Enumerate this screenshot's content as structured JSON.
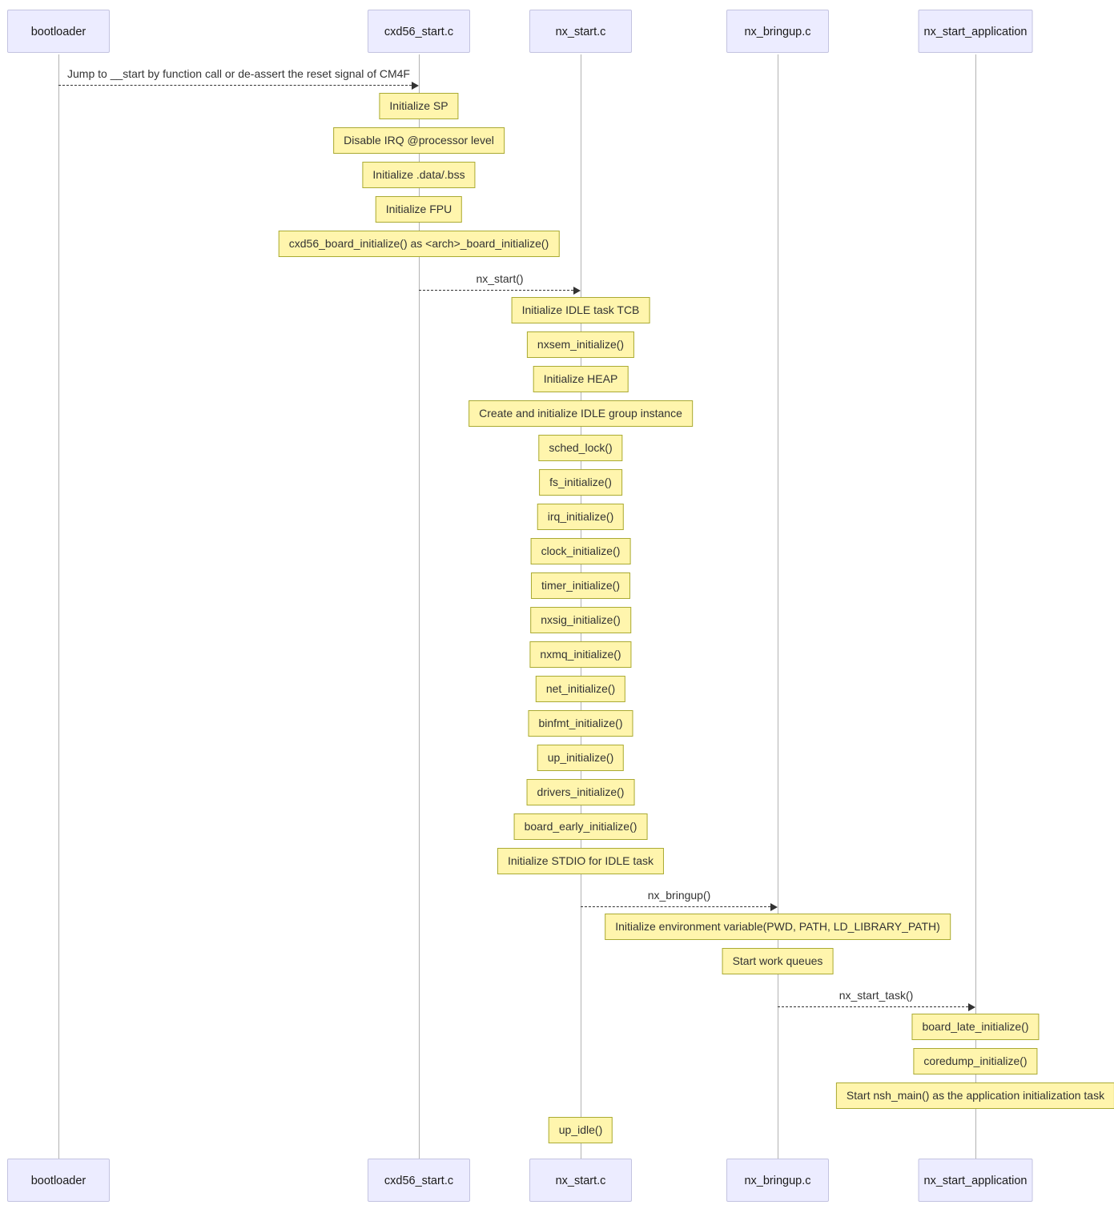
{
  "diagram": {
    "type": "sequence",
    "participants": [
      {
        "name": "bootloader"
      },
      {
        "name": "cxd56_start.c"
      },
      {
        "name": "nx_start.c"
      },
      {
        "name": "nx_bringup.c"
      },
      {
        "name": "nx_start_application"
      }
    ],
    "messages": [
      {
        "from": "bootloader",
        "to": "cxd56_start.c",
        "style": "dashed",
        "label": "Jump to __start by function call or de-assert the reset signal of CM4F"
      },
      {
        "from": "cxd56_start.c",
        "to": "nx_start.c",
        "style": "dashed",
        "label": "nx_start()"
      },
      {
        "from": "nx_start.c",
        "to": "nx_bringup.c",
        "style": "dashed",
        "label": "nx_bringup()"
      },
      {
        "from": "nx_bringup.c",
        "to": "nx_start_application",
        "style": "dashed",
        "label": "nx_start_task()"
      }
    ],
    "notes": [
      {
        "over": "cxd56_start.c",
        "label": "Initialize SP"
      },
      {
        "over": "cxd56_start.c",
        "label": "Disable IRQ @processor level"
      },
      {
        "over": "cxd56_start.c",
        "label": "Initialize .data/.bss"
      },
      {
        "over": "cxd56_start.c",
        "label": "Initialize FPU"
      },
      {
        "over": "cxd56_start.c",
        "label": "cxd56_board_initialize() as <arch>_board_initialize()"
      },
      {
        "over": "nx_start.c",
        "label": "Initialize IDLE task TCB"
      },
      {
        "over": "nx_start.c",
        "label": "nxsem_initialize()"
      },
      {
        "over": "nx_start.c",
        "label": "Initialize HEAP"
      },
      {
        "over": "nx_start.c",
        "label": "Create and initialize IDLE group instance"
      },
      {
        "over": "nx_start.c",
        "label": "sched_lock()"
      },
      {
        "over": "nx_start.c",
        "label": "fs_initialize()"
      },
      {
        "over": "nx_start.c",
        "label": "irq_initialize()"
      },
      {
        "over": "nx_start.c",
        "label": "clock_initialize()"
      },
      {
        "over": "nx_start.c",
        "label": "timer_initialize()"
      },
      {
        "over": "nx_start.c",
        "label": "nxsig_initialize()"
      },
      {
        "over": "nx_start.c",
        "label": "nxmq_initialize()"
      },
      {
        "over": "nx_start.c",
        "label": "net_initialize()"
      },
      {
        "over": "nx_start.c",
        "label": "binfmt_initialize()"
      },
      {
        "over": "nx_start.c",
        "label": "up_initialize()"
      },
      {
        "over": "nx_start.c",
        "label": "drivers_initialize()"
      },
      {
        "over": "nx_start.c",
        "label": "board_early_initialize()"
      },
      {
        "over": "nx_start.c",
        "label": "Initialize STDIO for IDLE task"
      },
      {
        "over": "nx_bringup.c",
        "label": "Initialize environment variable(PWD, PATH, LD_LIBRARY_PATH)"
      },
      {
        "over": "nx_bringup.c",
        "label": "Start work queues"
      },
      {
        "over": "nx_start_application",
        "label": "board_late_initialize()"
      },
      {
        "over": "nx_start_application",
        "label": "coredump_initialize()"
      },
      {
        "over": "nx_start_application",
        "label": "Start nsh_main() as the application initialization task"
      },
      {
        "over": "nx_start.c",
        "label": "up_idle()"
      }
    ],
    "colors": {
      "participant_fill": "#ECECFF",
      "participant_border": "#C3C3E0",
      "note_fill": "#FFF5AD",
      "note_border": "#AAAA33",
      "lifeline": "#B3B3B3",
      "arrow": "#333333",
      "text": "#333333"
    }
  }
}
